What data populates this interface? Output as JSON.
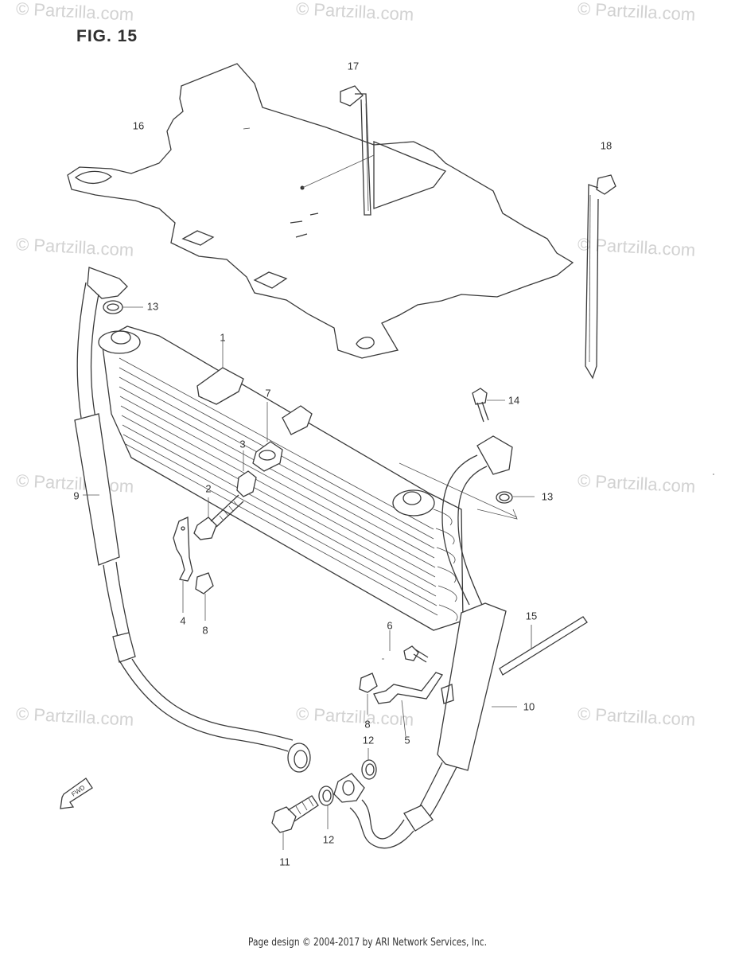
{
  "figure": {
    "title": "FIG. 15"
  },
  "watermark": {
    "text": "© Partzilla.com"
  },
  "callouts": [
    {
      "id": "c1",
      "text": "1"
    },
    {
      "id": "c2",
      "text": "2"
    },
    {
      "id": "c3",
      "text": "3"
    },
    {
      "id": "c4",
      "text": "4"
    },
    {
      "id": "c5",
      "text": "5"
    },
    {
      "id": "c6",
      "text": "6"
    },
    {
      "id": "c7",
      "text": "7"
    },
    {
      "id": "c8a",
      "text": "8"
    },
    {
      "id": "c8b",
      "text": "8"
    },
    {
      "id": "c9",
      "text": "9"
    },
    {
      "id": "c10",
      "text": "10"
    },
    {
      "id": "c11",
      "text": "11"
    },
    {
      "id": "c12a",
      "text": "12"
    },
    {
      "id": "c12b",
      "text": "12"
    },
    {
      "id": "c13a",
      "text": "13"
    },
    {
      "id": "c13b",
      "text": "13"
    },
    {
      "id": "c14",
      "text": "14"
    },
    {
      "id": "c15",
      "text": "15"
    },
    {
      "id": "c16",
      "text": "16"
    },
    {
      "id": "c17",
      "text": "17"
    },
    {
      "id": "c18",
      "text": "18"
    }
  ],
  "fwd_marker": {
    "text": "FWD"
  },
  "footer": {
    "text": "Page design © 2004-2017 by ARI Network Services, Inc."
  }
}
